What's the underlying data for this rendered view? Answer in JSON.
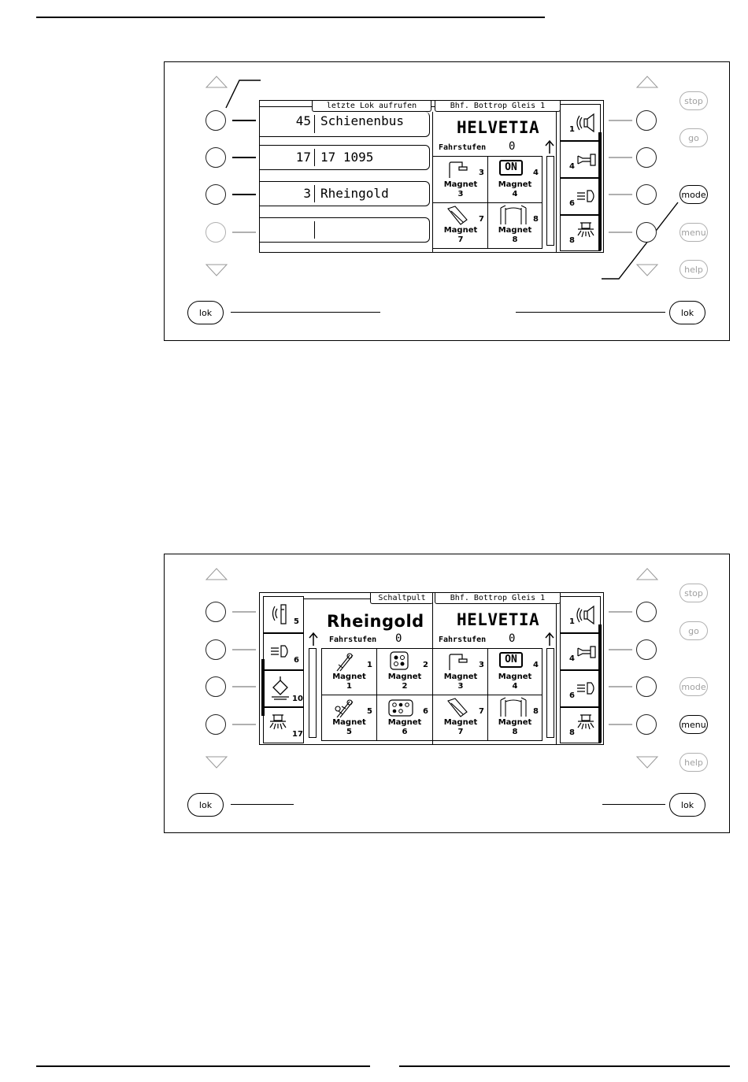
{
  "panel1": {
    "header_tab": "letzte Lok aufrufen",
    "station": "Bhf. Bottrop Gleis 1",
    "loco_name": "HELVETIA",
    "speed_label": "Fahrstufen",
    "speed_value": "0",
    "entries": [
      {
        "num": "45",
        "name": "Schienenbus"
      },
      {
        "num": "17",
        "name": "17 1095"
      },
      {
        "num": "3",
        "name": "Rheingold"
      },
      {
        "num": "",
        "name": ""
      }
    ],
    "cells": [
      {
        "no": "3",
        "label": "Magnet",
        "sub": "3",
        "icon": "signal-arm-icon"
      },
      {
        "no": "4",
        "label": "Magnet",
        "sub": "4",
        "icon": "on-switch-icon",
        "badge": "ON"
      },
      {
        "no": "7",
        "label": "Magnet",
        "sub": "7",
        "icon": "crossing-icon"
      },
      {
        "no": "8",
        "label": "Magnet",
        "sub": "8",
        "icon": "gate-icon"
      }
    ],
    "right_tabs": [
      {
        "no": "1",
        "icon": "speaker-icon"
      },
      {
        "no": "4",
        "icon": "horn-icon"
      },
      {
        "no": "6",
        "icon": "headlight-icon"
      },
      {
        "no": "8",
        "icon": "cab-light-icon"
      }
    ],
    "side_buttons": [
      "stop",
      "go",
      "mode",
      "menu",
      "help"
    ],
    "lok_left": "lok",
    "lok_right": "lok"
  },
  "panel2": {
    "header_tab": "Schaltpult",
    "station": "Bhf. Bottrop Gleis 1",
    "left_loco": "Rheingold",
    "right_loco": "HELVETIA",
    "speed_label": "Fahrstufen",
    "left_speed": "0",
    "right_speed": "0",
    "left_tabs": [
      {
        "no": "5",
        "icon": "signal-light-icon"
      },
      {
        "no": "6",
        "icon": "headlight-icon"
      },
      {
        "no": "10",
        "icon": "coupler-icon"
      },
      {
        "no": "17",
        "icon": "cab-light-icon"
      }
    ],
    "cells": [
      {
        "no": "1",
        "label": "Magnet",
        "sub": "1",
        "icon": "turnout-icon"
      },
      {
        "no": "2",
        "label": "Magnet",
        "sub": "2",
        "icon": "lamp-dots-icon"
      },
      {
        "no": "3",
        "label": "Magnet",
        "sub": "3",
        "icon": "signal-arm-icon"
      },
      {
        "no": "4",
        "label": "Magnet",
        "sub": "4",
        "icon": "on-switch-icon",
        "badge": "ON"
      },
      {
        "no": "5",
        "label": "Magnet",
        "sub": "5",
        "icon": "double-turnout-icon"
      },
      {
        "no": "6",
        "label": "Magnet",
        "sub": "6",
        "icon": "lamp-dots-icon"
      },
      {
        "no": "7",
        "label": "Magnet",
        "sub": "7",
        "icon": "crossing-icon"
      },
      {
        "no": "8",
        "label": "Magnet",
        "sub": "8",
        "icon": "gate-icon"
      }
    ],
    "right_tabs": [
      {
        "no": "1",
        "icon": "speaker-icon"
      },
      {
        "no": "4",
        "icon": "horn-icon"
      },
      {
        "no": "6",
        "icon": "headlight-icon"
      },
      {
        "no": "8",
        "icon": "cab-light-icon"
      }
    ],
    "side_buttons": [
      "stop",
      "go",
      "mode",
      "menu",
      "help"
    ],
    "lok_left": "lok",
    "lok_right": "lok"
  }
}
